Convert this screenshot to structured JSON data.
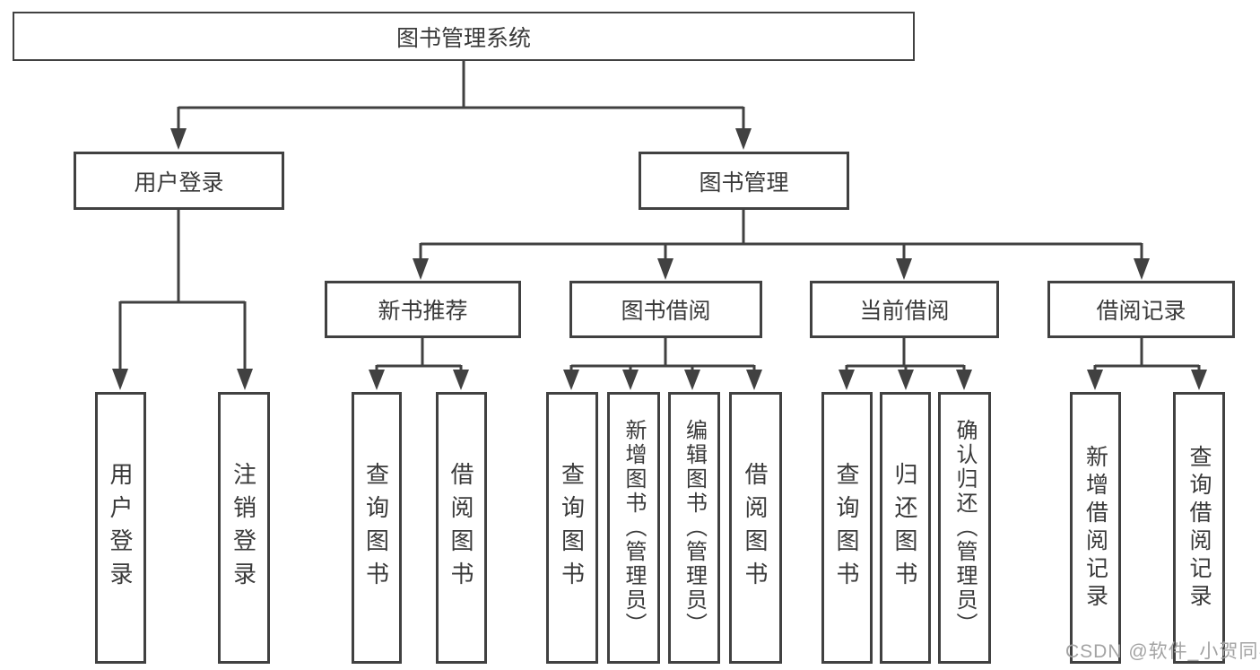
{
  "tree": {
    "root": "图书管理系统",
    "children": [
      {
        "label": "用户登录",
        "children": [
          "用户登录",
          "注销登录"
        ]
      },
      {
        "label": "图书管理",
        "children": [
          {
            "label": "新书推荐",
            "children": [
              "查询图书",
              "借阅图书"
            ]
          },
          {
            "label": "图书借阅",
            "children": [
              "查询图书",
              "新增图书（管理员）",
              "编辑图书（管理员）",
              "借阅图书"
            ]
          },
          {
            "label": "当前借阅",
            "children": [
              "查询图书",
              "归还图书",
              "确认归还（管理员）"
            ]
          },
          {
            "label": "借阅记录",
            "children": [
              "新增借阅记录",
              "查询借阅记录"
            ]
          }
        ]
      }
    ]
  },
  "watermark": "CSDN @软件_小贺同学",
  "colors": {
    "line": "#414141",
    "text": "#3a3a3a",
    "background": "#ffffff",
    "watermark": "#a3a3a3"
  }
}
